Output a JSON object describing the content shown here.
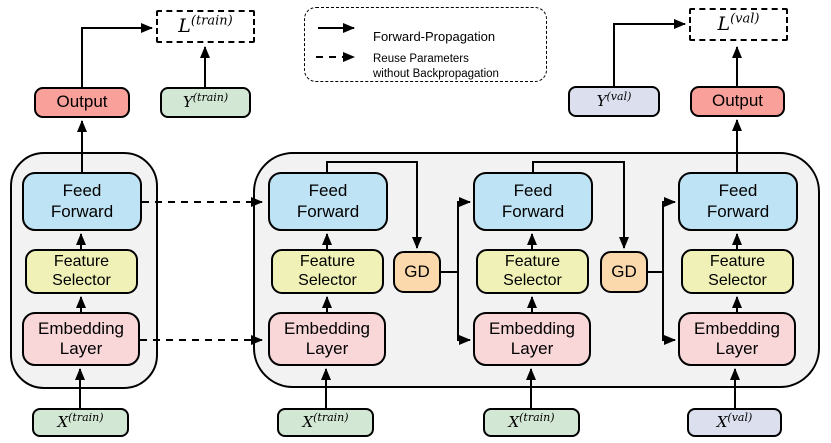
{
  "legend": {
    "forward_label": "Forward-Propagation",
    "reuse_label_line1": "Reuse Parameters",
    "reuse_label_line2": "without Backpropagation"
  },
  "blocks": {
    "feed_forward": {
      "line1": "Feed",
      "line2": "Forward"
    },
    "feature_selector": {
      "line1": "Feature",
      "line2": "Selector"
    },
    "embedding_layer": {
      "line1": "Embedding",
      "line2": "Layer"
    },
    "output": "Output",
    "gd": "GD"
  },
  "math": {
    "l_train": {
      "base": "L",
      "sup": "(train)"
    },
    "y_train": {
      "base": "Y",
      "sup": "(train)"
    },
    "x_train": {
      "base": "X",
      "sup": "(train)"
    },
    "l_val": {
      "base": "L",
      "sup": "(val)"
    },
    "y_val": {
      "base": "Y",
      "sup": "(val)"
    },
    "x_val": {
      "base": "X",
      "sup": "(val)"
    }
  },
  "colors": {
    "feed_forward": "#bee3f4",
    "feature_selector": "#f0f1b6",
    "embedding_layer": "#f9d7d9",
    "output": "#f9a09b",
    "gd": "#fbd9ac",
    "train_data": "#d3e8d4",
    "val_data": "#dcdfee",
    "container": "#f2f2f2",
    "line": "#000000"
  }
}
